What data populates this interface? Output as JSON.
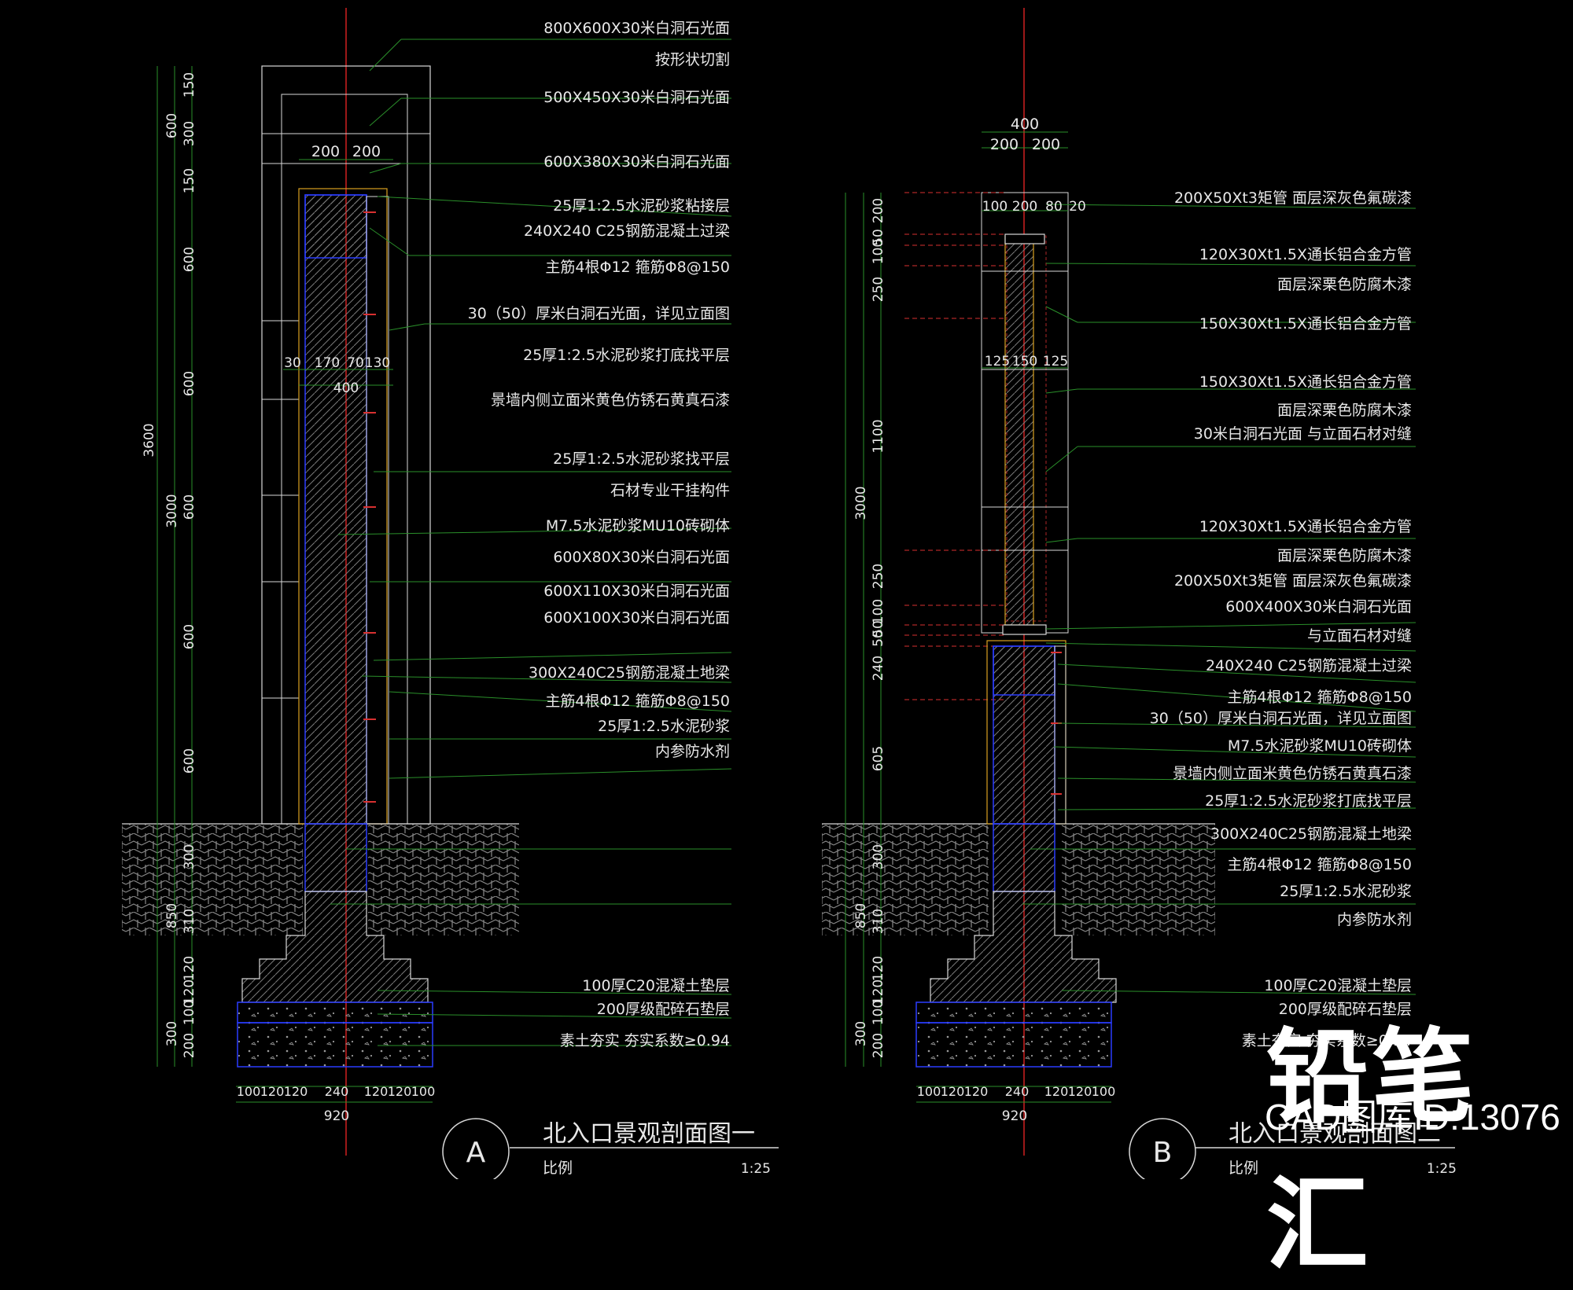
{
  "colors": {
    "background": "#000000",
    "leader_line": "#2a8f2a",
    "annotation_text": "#e8e8e8",
    "dimension_text": "#e8e8e8",
    "centerline": "#d02020",
    "outline": "#d8d8d8",
    "structure": "#2a3cff",
    "red_dash": "#d83030",
    "soil": "#9a9a9a",
    "stone": "#c8c8c8",
    "concrete_hatch": "#8a8a8a"
  },
  "section_a": {
    "title": "北入口景观剖面图一",
    "marker": "A",
    "scale_label": "比例",
    "scale_value": "1:25",
    "annotations": [
      "800X600X30米白洞石光面",
      "按形状切割",
      "500X450X30米白洞石光面",
      "600X380X30米白洞石光面",
      "25厚1:2.5水泥砂浆粘接层",
      "240X240 C25钢筋混凝土过梁",
      "主筋4根Φ12 箍筋Φ8@150",
      "30（50）厚米白洞石光面，详见立面图",
      "25厚1:2.5水泥砂浆打底找平层",
      "景墙内侧立面米黄色仿锈石黄真石漆",
      "25厚1:2.5水泥砂浆找平层",
      "石材专业干挂构件",
      "M7.5水泥砂浆MU10砖砌体",
      "600X80X30米白洞石光面",
      "600X110X30米白洞石光面",
      "600X100X30米白洞石光面",
      "300X240C25钢筋混凝土地梁",
      "主筋4根Φ12 箍筋Φ8@150",
      "25厚1:2.5水泥砂浆",
      "内参防水剂",
      "100厚C20混凝土垫层",
      "200厚级配碎石垫层",
      "素土夯实 夯实系数≥0.94"
    ],
    "dims_left_outer": [
      "150",
      "300",
      "150",
      "600",
      "600",
      "600",
      "600",
      "600",
      "300",
      "310",
      "120",
      "120",
      "100",
      "200"
    ],
    "dims_left_mid": [
      "600",
      "3000",
      "850",
      "300"
    ],
    "dims_left_total": "3600",
    "dims_top": [
      "200",
      "200"
    ],
    "dims_inner": [
      "30",
      "170",
      "70",
      "130"
    ],
    "dim_inner_total": "400",
    "dims_bottom": [
      "100",
      "120",
      "120",
      "240",
      "120",
      "120",
      "100"
    ],
    "dim_bottom_total": "920"
  },
  "section_b": {
    "title": "北入口景观剖面图二",
    "marker": "B",
    "scale_label": "比例",
    "scale_value": "1:25",
    "annotations": [
      "200X50Xt3矩管 面层深灰色氟碳漆",
      "120X30Xt1.5X通长铝合金方管",
      "面层深栗色防腐木漆",
      "150X30Xt1.5X通长铝合金方管",
      "150X30Xt1.5X通长铝合金方管",
      "面层深栗色防腐木漆",
      "30米白洞石光面 与立面石材对缝",
      "120X30Xt1.5X通长铝合金方管",
      "面层深栗色防腐木漆",
      "200X50Xt3矩管 面层深灰色氟碳漆",
      "600X400X30米白洞石光面",
      "与立面石材对缝",
      "240X240 C25钢筋混凝土过梁",
      "主筋4根Φ12 箍筋Φ8@150",
      "30（50）厚米白洞石光面，详见立面图",
      "M7.5水泥砂浆MU10砖砌体",
      "景墙内侧立面米黄色仿锈石黄真石漆",
      "25厚1:2.5水泥砂浆打底找平层",
      "300X240C25钢筋混凝土地梁",
      "主筋4根Φ12 箍筋Φ8@150",
      "25厚1:2.5水泥砂浆",
      "内参防水剂",
      "100厚C20混凝土垫层",
      "200厚级配碎石垫层",
      "素土夯实 夯实系数≥0.94"
    ],
    "dims_left_outer": [
      "200",
      "50",
      "100",
      "250",
      "1100",
      "250",
      "100",
      "50",
      "50",
      "240",
      "605",
      "300",
      "310",
      "120",
      "120",
      "100",
      "200"
    ],
    "dims_left_mid": [
      "3000",
      "850",
      "300"
    ],
    "dim_top_total": "400",
    "dims_top": [
      "200",
      "200"
    ],
    "dims_top_inner": [
      "100",
      "200",
      "80",
      "20"
    ],
    "dims_mid": [
      "125",
      "150",
      "125"
    ],
    "dims_bottom": [
      "100",
      "120",
      "120",
      "240",
      "120",
      "120",
      "100"
    ],
    "dim_bottom_total": "920"
  },
  "watermark": {
    "brand": "铅笔汇",
    "id_text": "CAD图库ID:13076"
  }
}
